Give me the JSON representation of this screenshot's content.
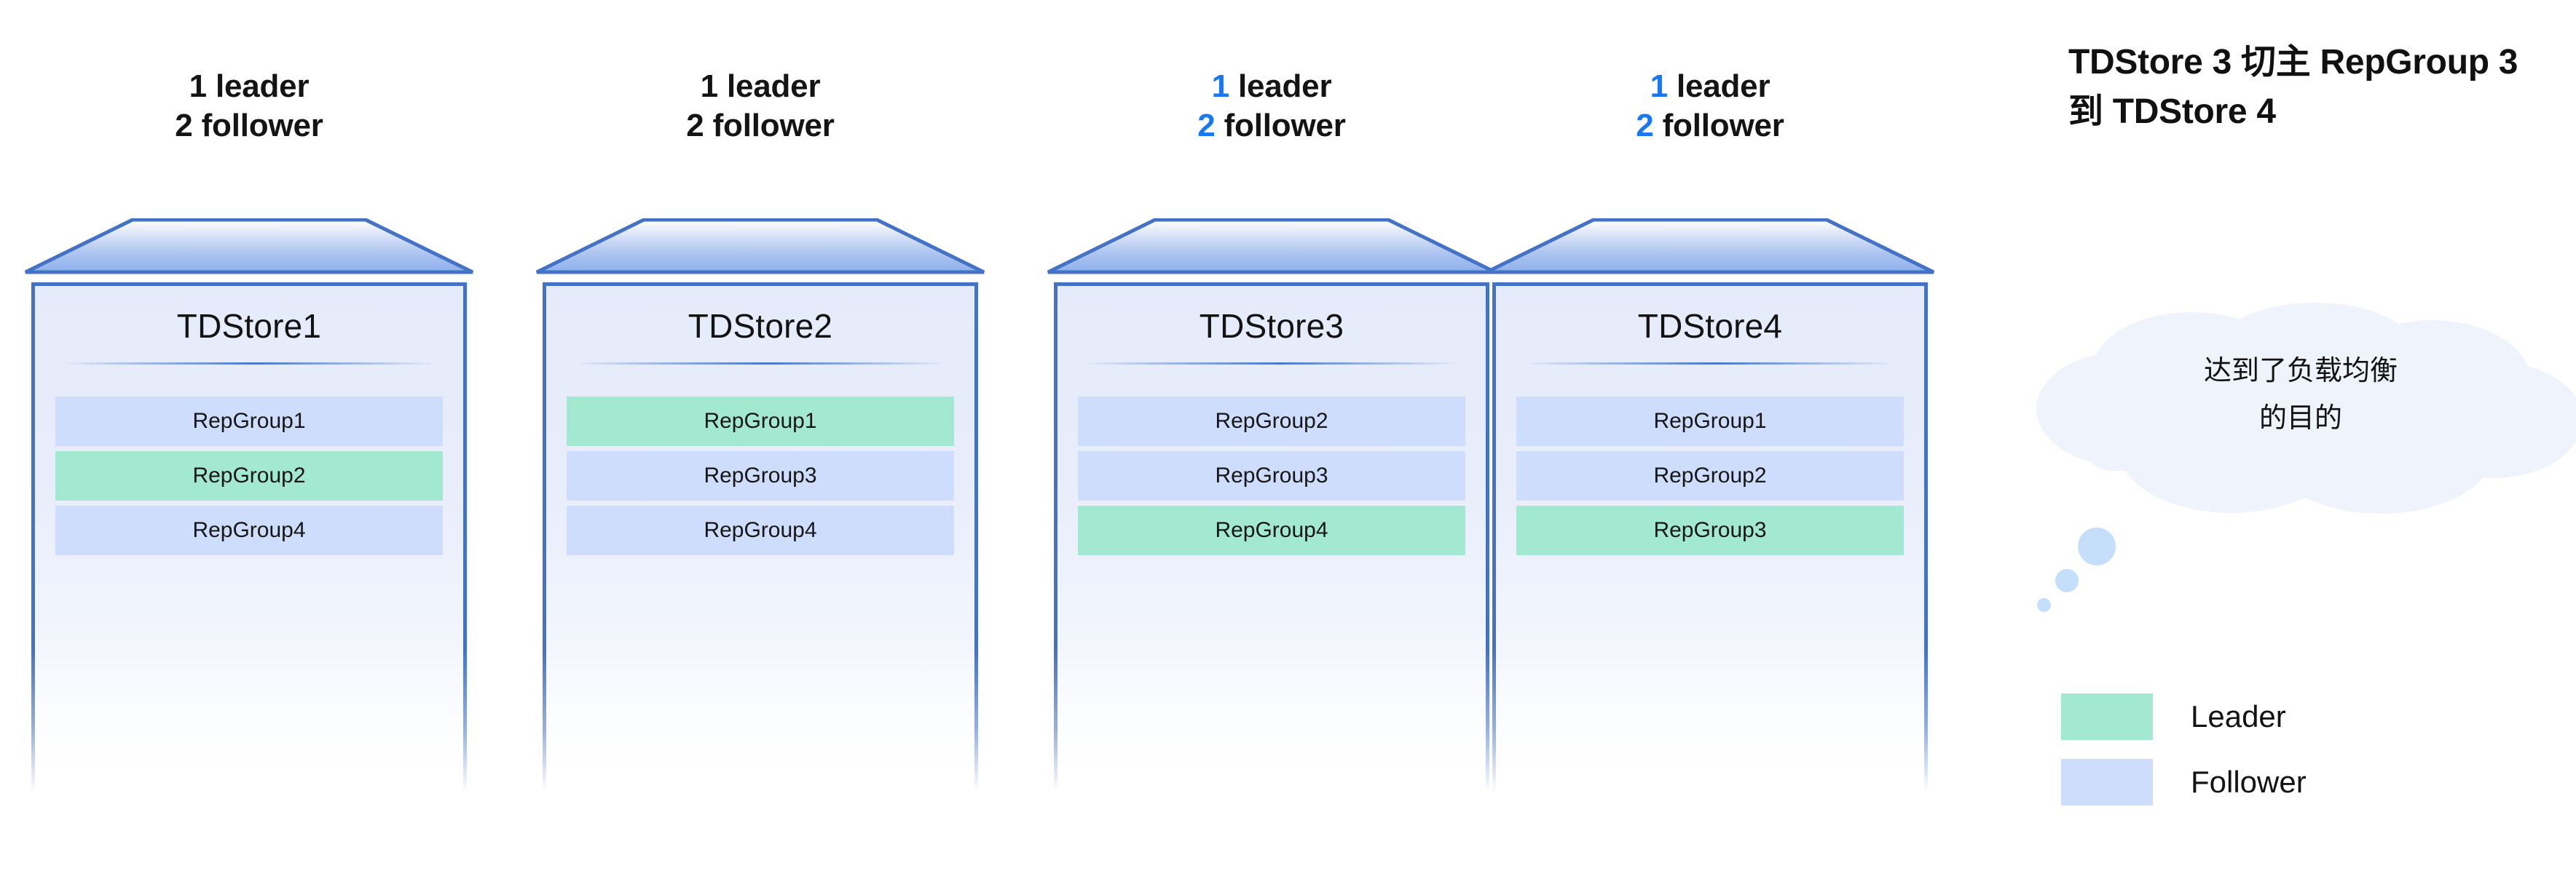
{
  "colors": {
    "leader": "#A3E9D2",
    "follower": "#CEDDFB",
    "box_border": "#4472C4",
    "highlight_blue": "#1877F2",
    "cloud": "#EEF3FC",
    "dot": "#C5DFFA"
  },
  "stores": [
    {
      "caption": {
        "leader_count": "1",
        "leader_word": "leader",
        "follower_count": "2",
        "follower_word": "follower",
        "highlighted": false
      },
      "title": "TDStore1",
      "repgroups": [
        {
          "label": "RepGroup1",
          "role": "follower"
        },
        {
          "label": "RepGroup2",
          "role": "leader"
        },
        {
          "label": "RepGroup4",
          "role": "follower"
        }
      ]
    },
    {
      "caption": {
        "leader_count": "1",
        "leader_word": "leader",
        "follower_count": "2",
        "follower_word": "follower",
        "highlighted": false
      },
      "title": "TDStore2",
      "repgroups": [
        {
          "label": "RepGroup1",
          "role": "leader"
        },
        {
          "label": "RepGroup3",
          "role": "follower"
        },
        {
          "label": "RepGroup4",
          "role": "follower"
        }
      ]
    },
    {
      "caption": {
        "leader_count": "1",
        "leader_word": "leader",
        "follower_count": "2",
        "follower_word": "follower",
        "highlighted": true
      },
      "title": "TDStore3",
      "repgroups": [
        {
          "label": "RepGroup2",
          "role": "follower"
        },
        {
          "label": "RepGroup3",
          "role": "follower"
        },
        {
          "label": "RepGroup4",
          "role": "leader"
        }
      ]
    },
    {
      "caption": {
        "leader_count": "1",
        "leader_word": "leader",
        "follower_count": "2",
        "follower_word": "follower",
        "highlighted": true
      },
      "title": "TDStore4",
      "repgroups": [
        {
          "label": "RepGroup1",
          "role": "follower"
        },
        {
          "label": "RepGroup2",
          "role": "follower"
        },
        {
          "label": "RepGroup3",
          "role": "leader"
        }
      ]
    }
  ],
  "panel": {
    "title": "TDStore 3 切主 RepGroup 3 到 TDStore 4",
    "cloud_text": "达到了负载均衡\n的目的",
    "legend": [
      {
        "label": "Leader",
        "role": "leader"
      },
      {
        "label": "Follower",
        "role": "follower"
      }
    ]
  }
}
